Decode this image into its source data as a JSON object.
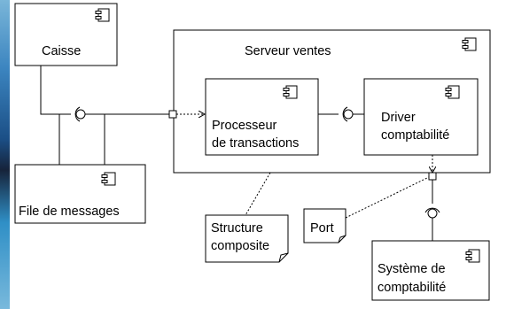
{
  "components": {
    "caisse": {
      "name": "Caisse"
    },
    "serveur_ventes": {
      "name": "Serveur ventes"
    },
    "processeur": {
      "line1": "Processeur",
      "line2": "de transactions"
    },
    "driver": {
      "line1": "Driver",
      "line2": "comptabilité"
    },
    "file_messages": {
      "name": "File de messages"
    },
    "systeme": {
      "line1": "Système de",
      "line2": "comptabilité"
    }
  },
  "notes": {
    "structure": {
      "line1": "Structure",
      "line2": "composite"
    },
    "port": {
      "text": "Port"
    }
  },
  "icon": "uml-component-icon",
  "colors": {
    "line": "#000000",
    "fill": "#ffffff",
    "window_edge": "#2f7fc0"
  }
}
